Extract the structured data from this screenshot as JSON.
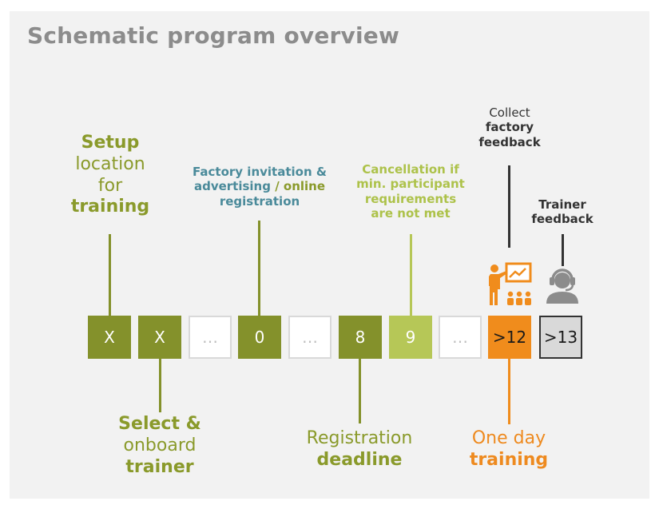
{
  "title": "Schematic program overview",
  "colors": {
    "olive": "#84912b",
    "light_olive": "#b6c757",
    "orange": "#f08c1c",
    "teal": "#4a8a9a",
    "gray_box": "#d9d9d9",
    "dark": "#333333"
  },
  "boxes": [
    {
      "text": "X",
      "style": "olive"
    },
    {
      "text": "X",
      "style": "olive"
    },
    {
      "text": "…",
      "style": "empty"
    },
    {
      "text": "0",
      "style": "olive"
    },
    {
      "text": "…",
      "style": "empty"
    },
    {
      "text": "8",
      "style": "olive"
    },
    {
      "text": "9",
      "style": "light_olive"
    },
    {
      "text": "…",
      "style": "empty"
    },
    {
      "text": ">12",
      "style": "orange"
    },
    {
      "text": ">13",
      "style": "gray"
    }
  ],
  "labels": {
    "setup": {
      "line1": "Setup",
      "line2": "location",
      "line3": "for",
      "line4": "training"
    },
    "factory_invitation": {
      "line1": "Factory invitation &",
      "line2_a": "advertising",
      "line2_b": " / online",
      "line3": "registration"
    },
    "cancellation": {
      "line1": "Cancellation if",
      "line2": "min. participant",
      "line3": "requirements",
      "line4": "are not met"
    },
    "collect": {
      "line1": "Collect",
      "line2": "factory",
      "line3": "feedback"
    },
    "trainer_feedback": {
      "line1": "Trainer",
      "line2": "feedback"
    },
    "select": {
      "line1": "Select &",
      "line2": "onboard",
      "line3": "trainer"
    },
    "registration": {
      "line1": "Registration",
      "line2": "deadline"
    },
    "one_day": {
      "line1": "One day",
      "line2": "training"
    }
  },
  "icons": {
    "presentation": "presentation-training-icon",
    "headset": "headset-person-icon"
  }
}
